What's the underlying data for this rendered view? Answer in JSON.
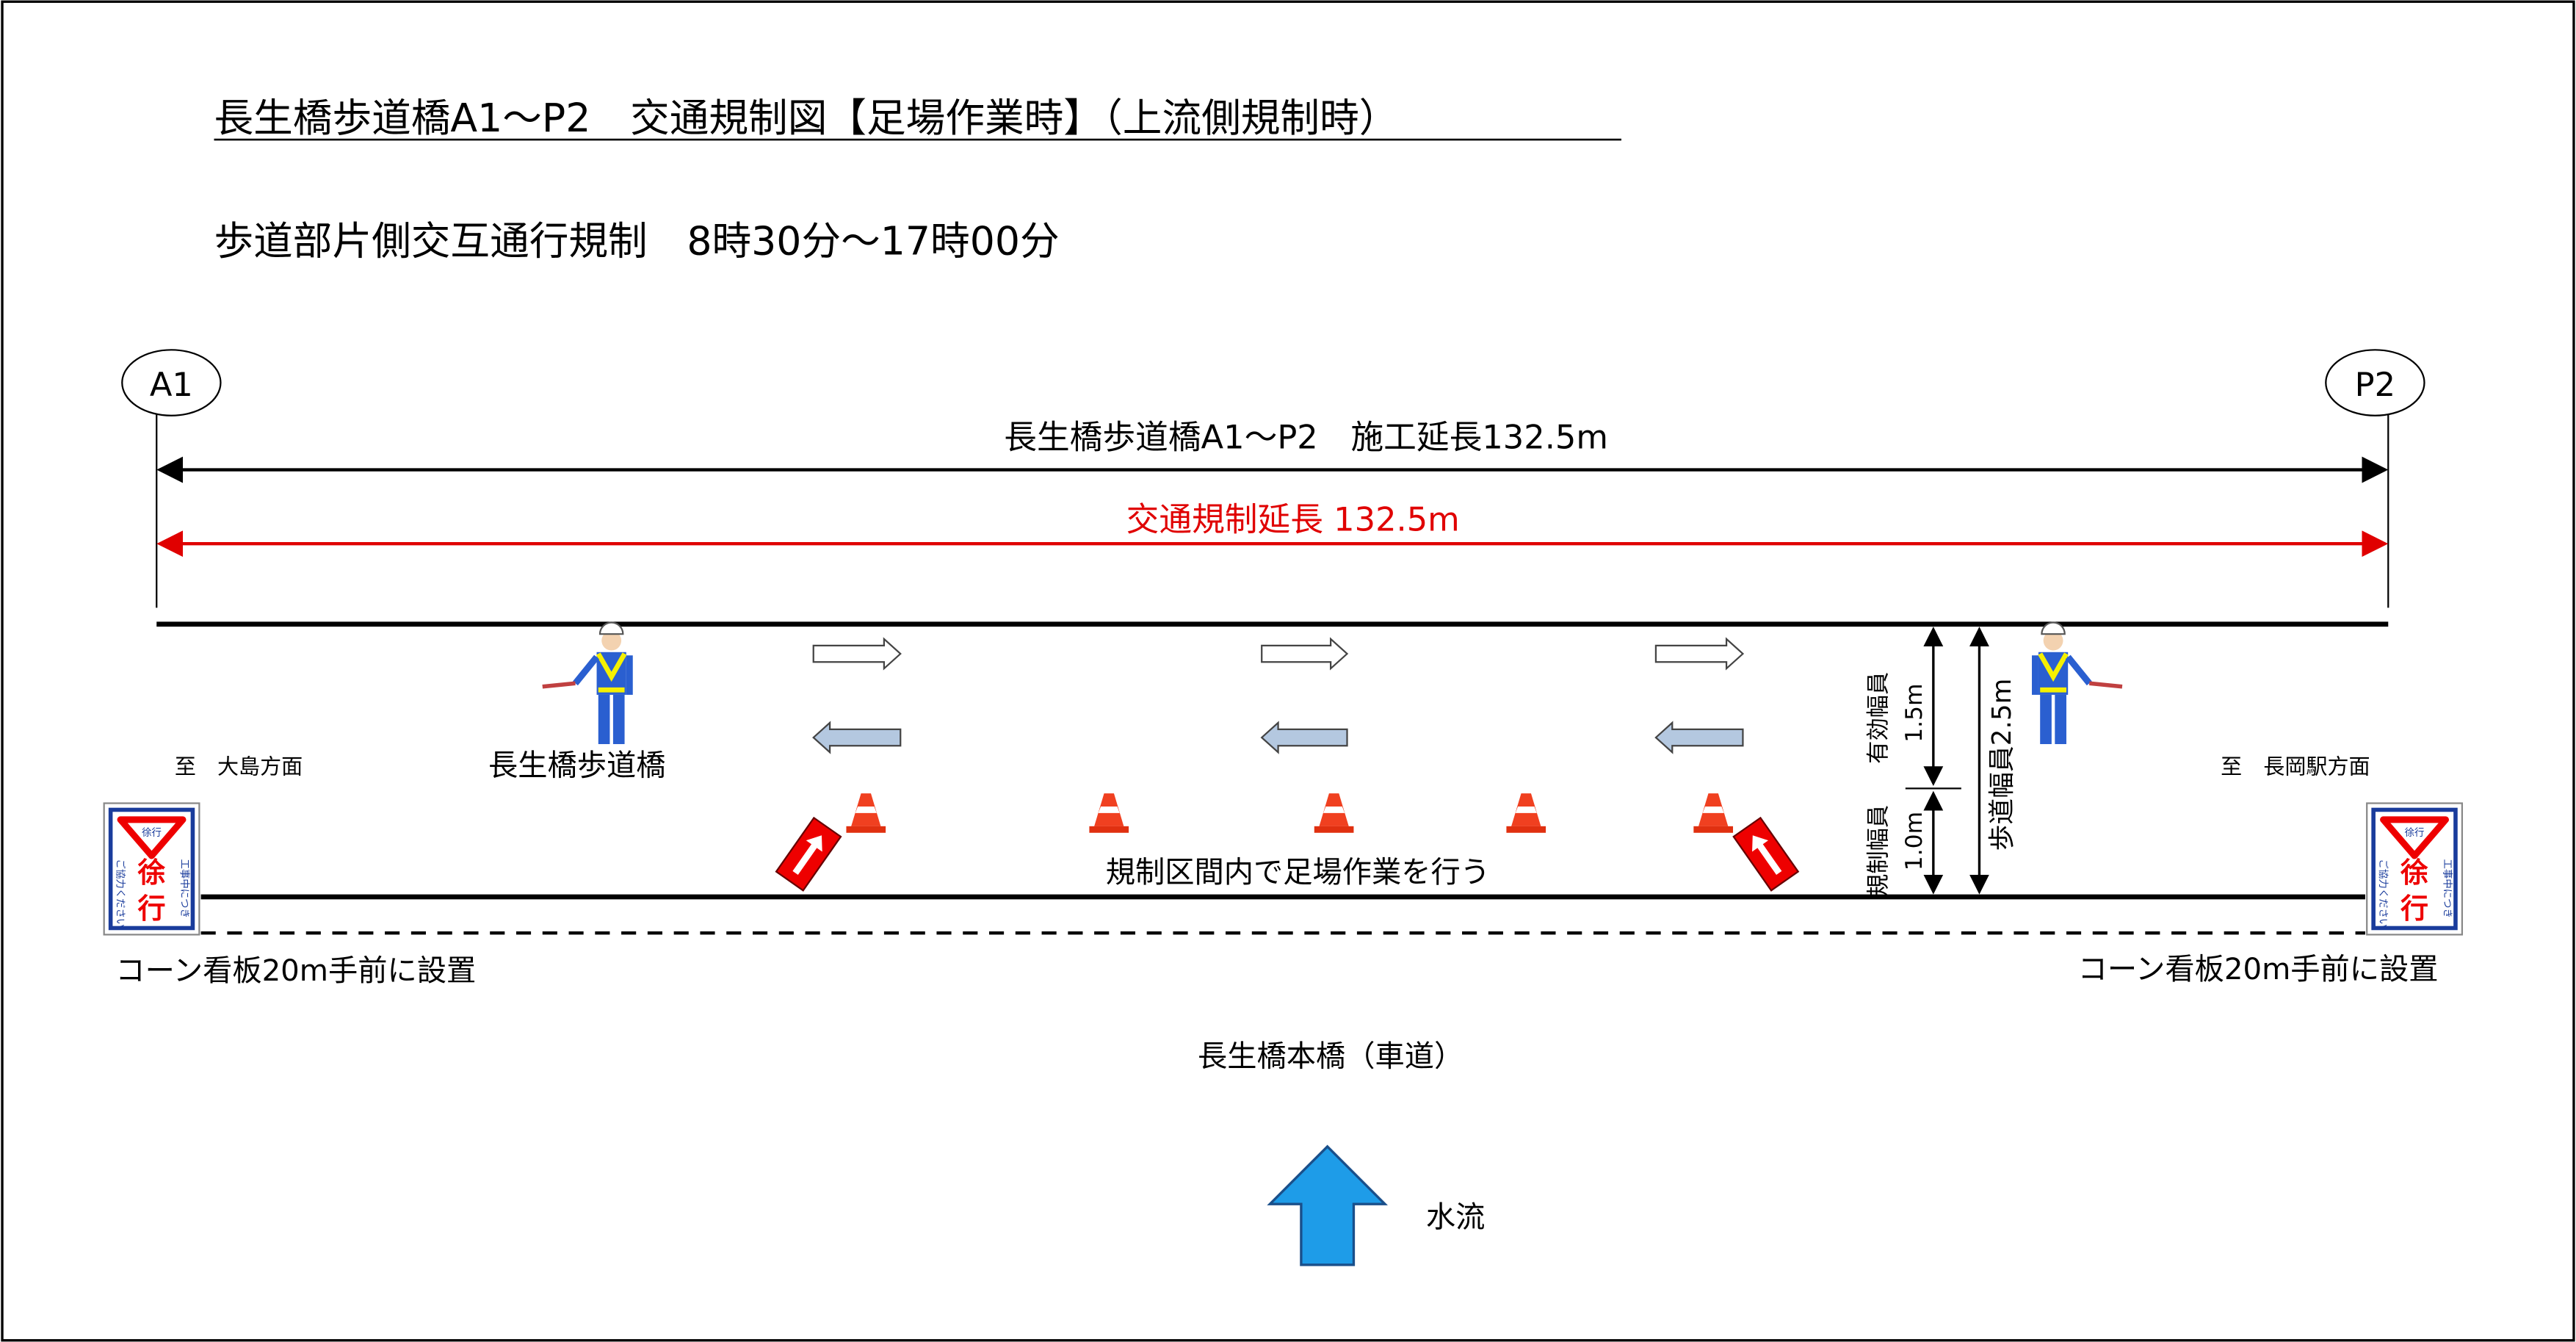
{
  "title": "長生橋歩道橋A1～P2　交通規制図【足場作業時】（上流側規制時）",
  "subtitle": "歩道部片側交互通行規制　8時30分～17時00分",
  "points": {
    "start": "A1",
    "end": "P2"
  },
  "construction_length": "長生橋歩道橋A1～P2　施工延長132.5m",
  "regulation_length": "交通規制延長 132.5m",
  "directions": {
    "left": "至　大島方面",
    "right": "至　長岡駅方面"
  },
  "bridge_label": "長生橋歩道橋",
  "work_note": "規制区間内で足場作業を行う",
  "dimensions": {
    "effective_label": "有効幅員",
    "effective_value": "1.5m",
    "regulated_label": "規制幅員",
    "regulated_value": "1.0m",
    "sidewalk": "歩道幅員2.5m"
  },
  "sign": {
    "top": "徐行",
    "main1": "徐",
    "main2": "行",
    "right": "工事中につき",
    "left": "ご協力ください"
  },
  "sign_note": "コーン看板20m手前に設置",
  "main_bridge": "長生橋本橋（車道）",
  "water_flow": "水流",
  "colors": {
    "red": "#e00000",
    "blue": "#1e9ce8",
    "arrow_fill": "#b4c8e0"
  }
}
